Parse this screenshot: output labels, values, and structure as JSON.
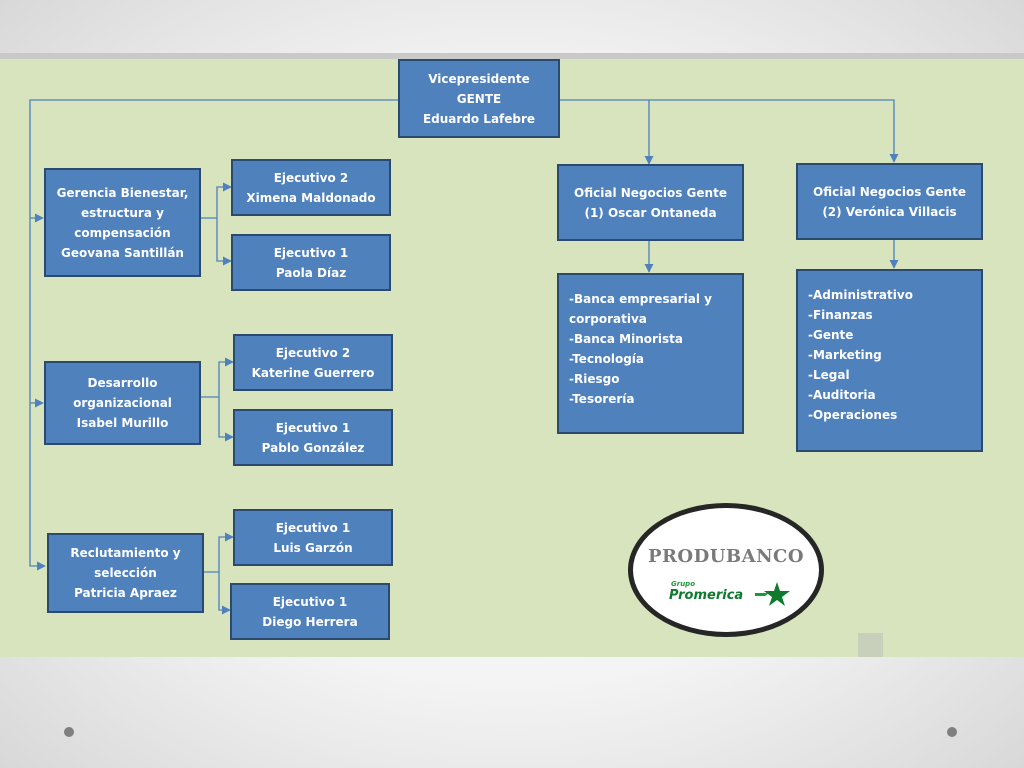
{
  "org": {
    "vp": "Vicepresidente\nGENTE\nEduardo Lafebre",
    "gerencia": "Gerencia Bienestar,\nestructura y\ncompensación\nGeovana Santillán",
    "ejec_ximena": "Ejecutivo 2\nXimena Maldonado",
    "ejec_paola": "Ejecutivo 1\nPaola Díaz",
    "desarrollo": "Desarrollo\norganizacional\nIsabel Murillo",
    "ejec_katerine": "Ejecutivo 2\nKaterine Guerrero",
    "ejec_pablo": "Ejecutivo 1\nPablo González",
    "reclutamiento": "Reclutamiento y\nselección\nPatricia Apraez",
    "ejec_luis": "Ejecutivo 1\nLuis Garzón",
    "ejec_diego": "Ejecutivo 1\nDiego Herrera",
    "oficial1": "Oficial  Negocios Gente\n(1) Oscar Ontaneda",
    "oficial2": "Oficial  Negocios Gente\n(2) Verónica Villacis",
    "oficial1_areas": [
      "-Banca empresarial y corporativa",
      "-Banca Minorista",
      "-Tecnología",
      "-Riesgo",
      "-Tesorería"
    ],
    "oficial2_areas": [
      "-Administrativo",
      "-Finanzas",
      "-Gente",
      "-Marketing",
      "-Legal",
      "-Auditoria",
      "-Operaciones"
    ]
  },
  "logo": {
    "brand": "PRODUBANCO",
    "group_label": "Grupo",
    "group_name": "Promerica"
  },
  "colors": {
    "box_fill": "#4f81bd",
    "box_border": "#2c4a70",
    "background": "#d7e4bd",
    "connector": "#4f81bd"
  }
}
